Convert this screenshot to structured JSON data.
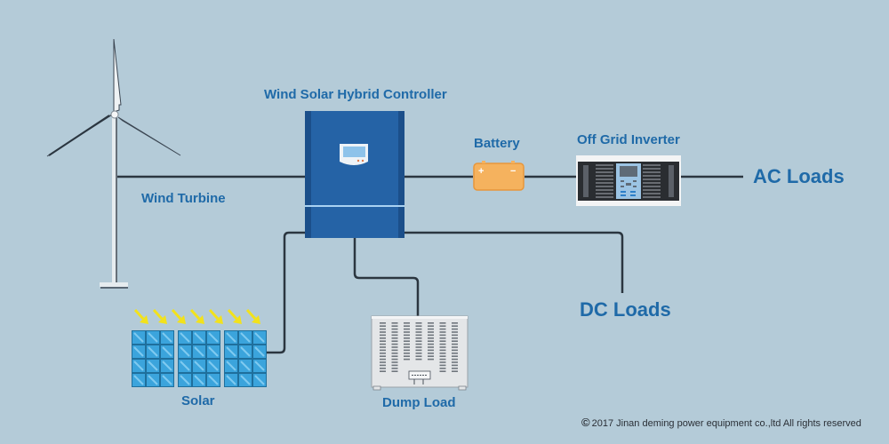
{
  "diagram": {
    "title": "Wind Solar Hybrid System",
    "components": {
      "wind_turbine": {
        "label": "Wind Turbine"
      },
      "controller": {
        "label": "Wind Solar Hybrid Controller"
      },
      "battery": {
        "label": "Battery",
        "positive": "+",
        "negative": "−"
      },
      "inverter": {
        "label": "Off Grid Inverter"
      },
      "ac_loads": {
        "label": "AC Loads"
      },
      "dc_loads": {
        "label": "DC Loads"
      },
      "solar": {
        "label": "Solar",
        "panel_count": 3,
        "sun_arrows": 7
      },
      "dump_load": {
        "label": "Dump Load"
      }
    },
    "connections": [
      {
        "from": "Wind Turbine",
        "to": "Wind Solar Hybrid Controller"
      },
      {
        "from": "Wind Solar Hybrid Controller",
        "to": "Battery"
      },
      {
        "from": "Battery",
        "to": "Off Grid Inverter"
      },
      {
        "from": "Off Grid Inverter",
        "to": "AC Loads"
      },
      {
        "from": "Wind Solar Hybrid Controller",
        "to": "DC Loads"
      },
      {
        "from": "Solar",
        "to": "Wind Solar Hybrid Controller"
      },
      {
        "from": "Wind Solar Hybrid Controller",
        "to": "Dump Load"
      }
    ],
    "colors": {
      "background": "#b4cbd8",
      "label": "#1f6aa8",
      "wire": "#2b3640",
      "controller": "#2563a6",
      "battery": "#f5b25e",
      "solar_cell": "#3ba4dc",
      "sun_arrow": "#f2e21c"
    }
  },
  "footer": {
    "copyright_symbol": "©",
    "copyright_text": "2017 Jinan deming power equipment co.,ltd All rights reserved"
  }
}
